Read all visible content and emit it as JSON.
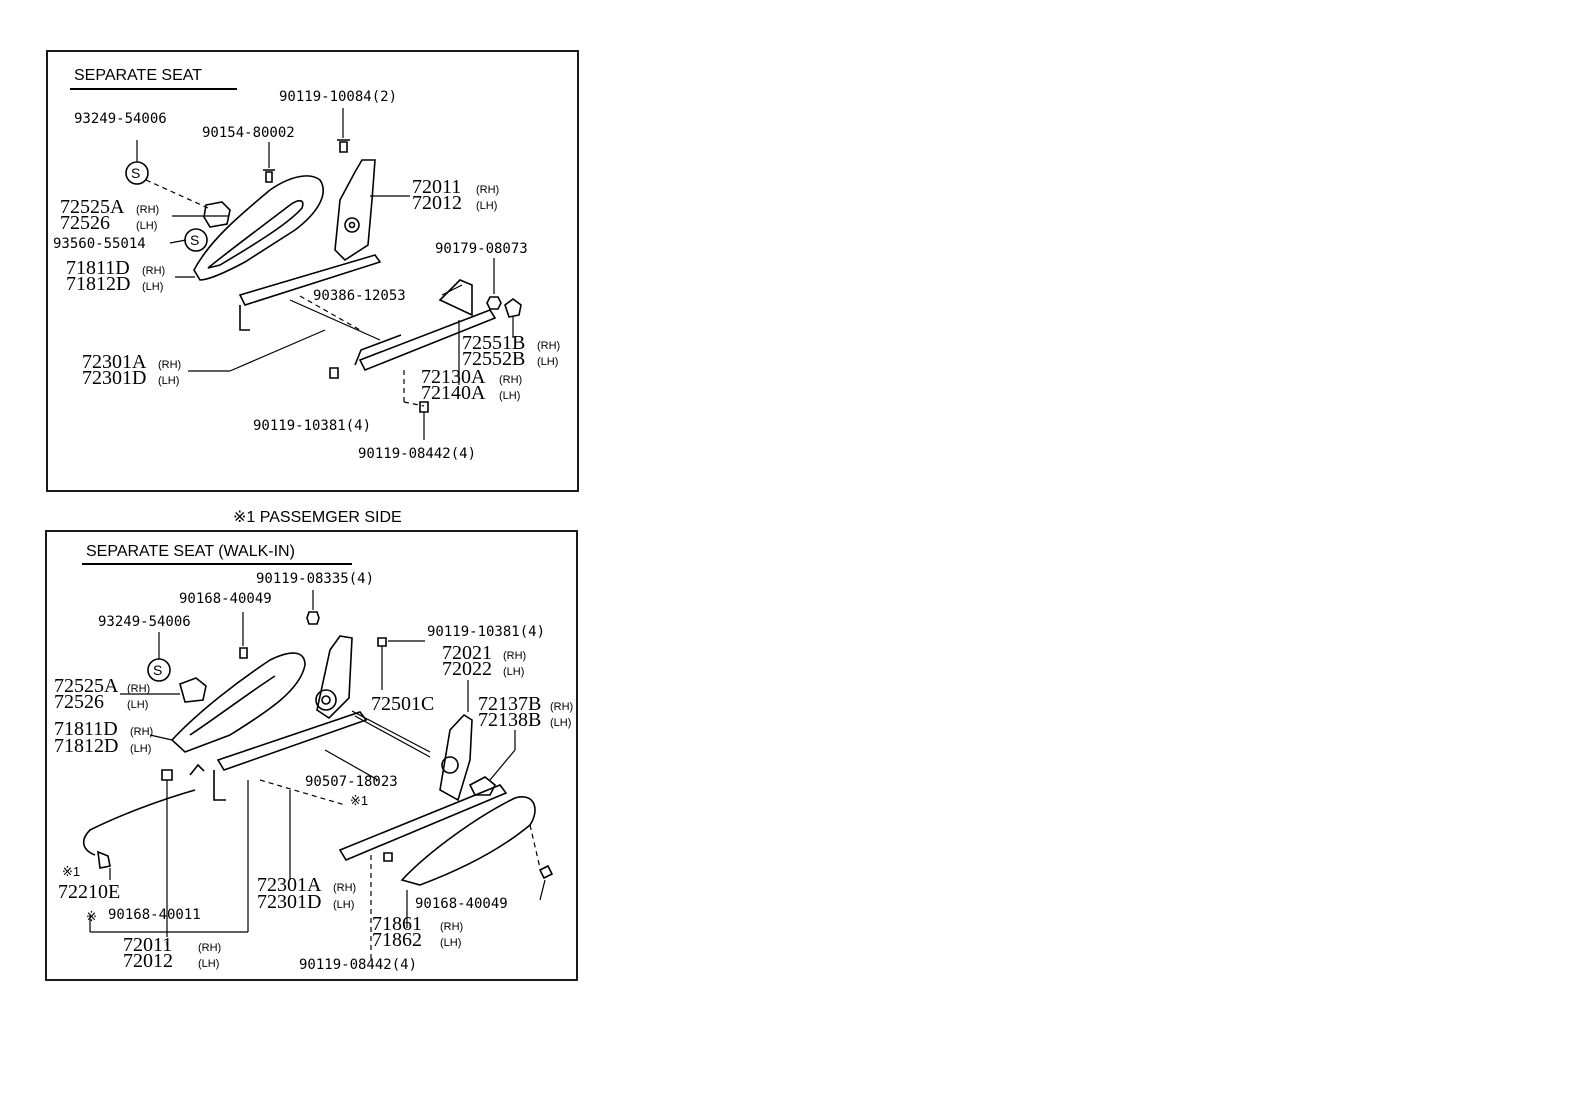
{
  "panel1": {
    "title": "SEPARATE SEAT",
    "labels": {
      "p93249": "93249-54006",
      "p90154": "90154-80002",
      "p90119_10084": "90119-10084(2)",
      "p72011": "72011",
      "p72011_side": "(RH)",
      "p72012": "72012",
      "p72012_side": "(LH)",
      "p72525A": "72525A",
      "p72525A_side": "(RH)",
      "p72526": "72526",
      "p72526_side": "(LH)",
      "p93560": "93560-55014",
      "p71811D": "71811D",
      "p71811D_side": "(RH)",
      "p71812D": "71812D",
      "p71812D_side": "(LH)",
      "p90179": "90179-08073",
      "p90386": "90386-12053",
      "p72551B": "72551B",
      "p72551B_side": "(RH)",
      "p72552B": "72552B",
      "p72552B_side": "(LH)",
      "p72301A": "72301A",
      "p72301A_side": "(RH)",
      "p72301D": "72301D",
      "p72301D_side": "(LH)",
      "p72130A": "72130A",
      "p72130A_side": "(RH)",
      "p72140A": "72140A",
      "p72140A_side": "(LH)",
      "p90119_10381": "90119-10381(4)",
      "p90119_08442": "90119-08442(4)"
    }
  },
  "passenger_note": "※1 PASSEMGER  SIDE",
  "panel2": {
    "title": "SEPARATE SEAT (WALK-IN)",
    "labels": {
      "p90119_08335": "90119-08335(4)",
      "p90168_40049a": "90168-40049",
      "p93249": "93249-54006",
      "p90119_10381": "90119-10381(4)",
      "p72021": "72021",
      "p72021_side": "(RH)",
      "p72022": "72022",
      "p72022_side": "(LH)",
      "p72525A": "72525A",
      "p72525A_side": "(RH)",
      "p72526": "72526",
      "p72526_side": "(LH)",
      "p72501C": "72501C",
      "p72137B": "72137B",
      "p72137B_side": "(RH)",
      "p72138B": "72138B",
      "p72138B_side": "(LH)",
      "p71811D": "71811D",
      "p71811D_side": "(RH)",
      "p71812D": "71812D",
      "p71812D_side": "(LH)",
      "p90507": "90507-18023",
      "note1": "※1",
      "note2": "※1",
      "p72210E": "72210E",
      "p72301A": "72301A",
      "p72301A_side": "(RH)",
      "p72301D": "72301D",
      "p72301D_side": "(LH)",
      "p90168_40049b": "90168-40049",
      "note3": "※",
      "p90168_40011": "90168-40011",
      "p71861": "71861",
      "p71861_side": "(RH)",
      "p71862": "71862",
      "p71862_side": "(LH)",
      "p72011": "72011",
      "p72011_side": "(RH)",
      "p72012": "72012",
      "p72012_side": "(LH)",
      "p90119_08442": "90119-08442(4)"
    }
  },
  "icons": {
    "screw_marker": "S"
  }
}
